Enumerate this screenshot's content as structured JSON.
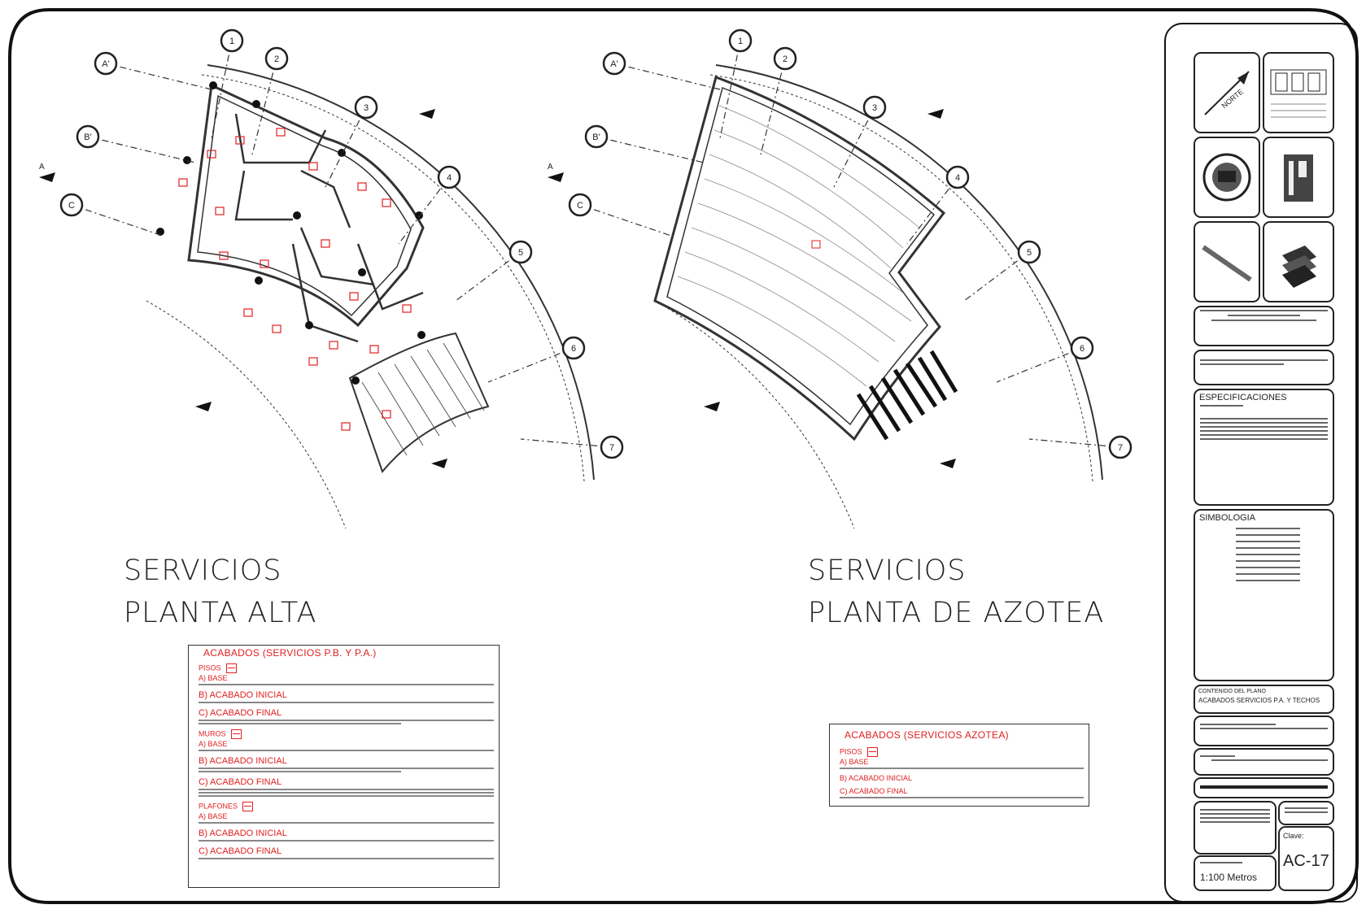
{
  "drawing_titles": {
    "planta_alta_line1": "SERVICIOS",
    "planta_alta_line2": "PLANTA ALTA",
    "azotea_line1": "SERVICIOS",
    "azotea_line2": "PLANTA DE AZOTEA"
  },
  "legend_alta": {
    "title": "ACABADOS (SERVICIOS P.B. Y P.A.)",
    "pisos": "PISOS",
    "base": "A) BASE",
    "acabado_inicial": "B) ACABADO INICIAL",
    "acabado_final": "C) ACABADO FINAL",
    "muros": "MUROS",
    "muros_base": "A) BASE",
    "muros_inicial": "B) ACABADO INICIAL",
    "muros_final": "C) ACABADO FINAL",
    "plafones": "PLAFONES",
    "plafones_base": "A) BASE",
    "plafones_inicial": "B) ACABADO INICIAL",
    "plafones_final": "C) ACABADO FINAL"
  },
  "legend_azotea": {
    "title": "ACABADOS (SERVICIOS AZOTEA)",
    "pisos": "PISOS",
    "base": "A) BASE",
    "acabado_inicial": "B) ACABADO INICIAL",
    "acabado_final": "C) ACABADO FINAL"
  },
  "axes": {
    "numbered": [
      "1",
      "2",
      "3",
      "4",
      "5",
      "6",
      "7"
    ],
    "lettered": [
      "A'",
      "B'",
      "A",
      "C"
    ]
  },
  "title_block": {
    "north": "NORTE",
    "especificaciones": "ESPECIFICACIONES",
    "simbologia": "SIMBOLOGIA",
    "contenido_label": "CONTENIDO DEL PLANO",
    "contenido": "ACABADOS SERVICIOS P.A. Y TECHOS",
    "escala": "1:100 Metros",
    "clave_label": "Clave:",
    "clave": "AC-17"
  }
}
